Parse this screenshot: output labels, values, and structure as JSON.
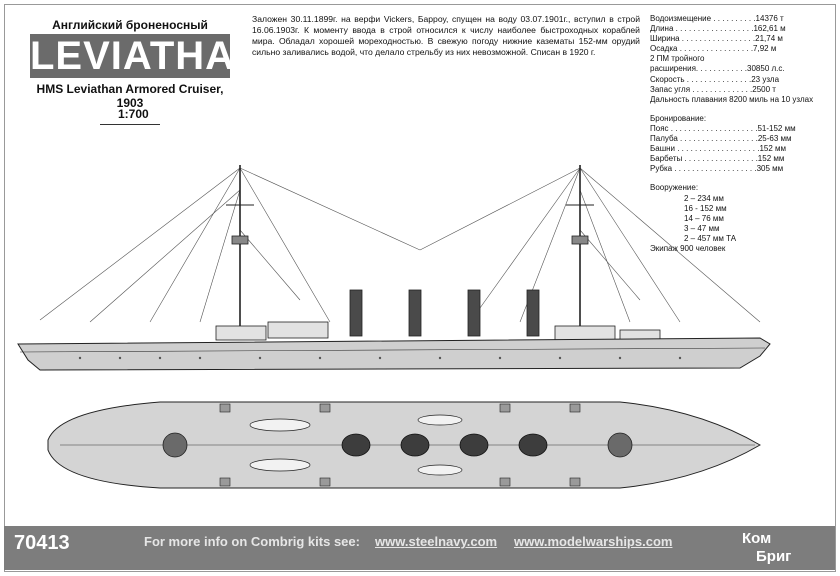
{
  "title_ru": "Английский броненосный крейсер",
  "title_main": "LEVIATHAN",
  "title_en": "HMS Leviathan Armored Cruiser, 1903",
  "scale": "1:700",
  "description": "Заложен 30.11.1899г. на верфи Vickers, Барроу, спущен на воду 03.07.1901г., вступил в строй 16.06.1903г. К моменту ввода в строй относился к числу наиболее быстроходных кораблей мира. Обладал хорошей мореходностью. В свежую погоду нижние казематы 152-мм орудий сильно заливались водой, что делало стрельбу из них невозможной. Списан в 1920 г.",
  "specs": {
    "displacement": "Водоизмещение . . . . . . . . . .14376 т",
    "length": "Длина . . . . . . . . . . . . . . . . . .162,61 м",
    "beam": "Ширина . . . . . . . . . . . . . . . . .21,74 м",
    "draft": "Осадка . . . . . . . . . . . . . . . . .7,92 м",
    "engine_1": "2 ПМ тройного",
    "engine_2": "расширения. . . . . . . . . . . .30850 л.с.",
    "speed": "Скорость . . . . . . . . . . . . . . .23 узла",
    "coal": "Запас угля . . . . . . . . . . . . . .2500 т",
    "range": "Дальность плавания 8200 миль на 10 узлах"
  },
  "armor": {
    "heading": "Бронирование:",
    "belt": "Пояс . . . . . . . . . . . . . . . . . . . .51-152 мм",
    "deck": "Палуба . . . . . . . . . . . . . . . . . .25-63 мм",
    "turrets": "Башни . . . . . . . . . . . . . . . . . . .152 мм",
    "barbettes": "Барбеты . . . . . . . . . . . . . . . . .152 мм",
    "conning": "Рубка . . . . . . . . . . . . . . . . . . .305 мм"
  },
  "armament": {
    "heading": "Вооружение:",
    "a1": "2 – 234 мм",
    "a2": "16 - 152 мм",
    "a3": "14 – 76 мм",
    "a4": "3 – 47 мм",
    "a5": "2 – 457 мм ТА",
    "crew": "Экипаж 900 человек"
  },
  "footer": {
    "code": "70413",
    "text": "For more info on Combrig kits see:",
    "url1": "www.steelnavy.com",
    "url2": "www.modelwarships.com",
    "logo_1": "Ком",
    "logo_2": "Бриг"
  },
  "colors": {
    "title_bg": "#6b6b6b",
    "footer_bg": "#7d7d7d",
    "hull_fill": "#cfcfcf",
    "funnel_fill": "#4a4a4a",
    "line": "#222222"
  }
}
